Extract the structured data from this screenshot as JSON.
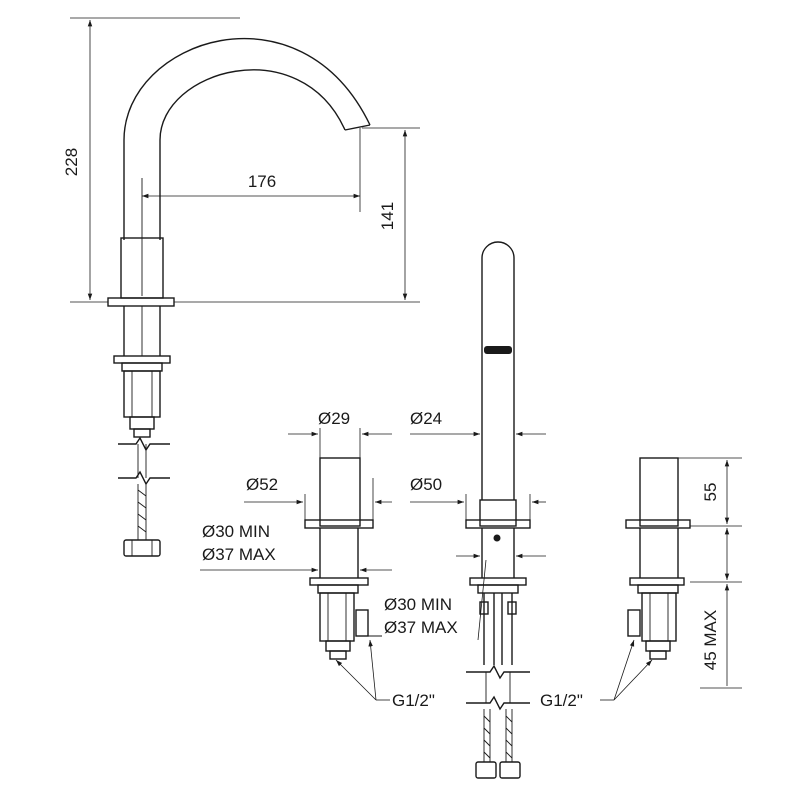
{
  "dimensions": {
    "height_total": "228",
    "reach": "176",
    "outlet_height": "141",
    "spout_base_dia": "Ø29",
    "spout_dia": "Ø24",
    "flange_dia_left": "Ø52",
    "flange_dia_right": "Ø50",
    "hole_min_left": "Ø30 MIN",
    "hole_max_left": "Ø37 MAX",
    "hole_min_center": "Ø30 MIN",
    "hole_max_center": "Ø37 MAX",
    "handle_height": "55",
    "deck_thickness_max": "45 MAX",
    "thread_left": "G1/2\"",
    "thread_right": "G1/2\""
  }
}
